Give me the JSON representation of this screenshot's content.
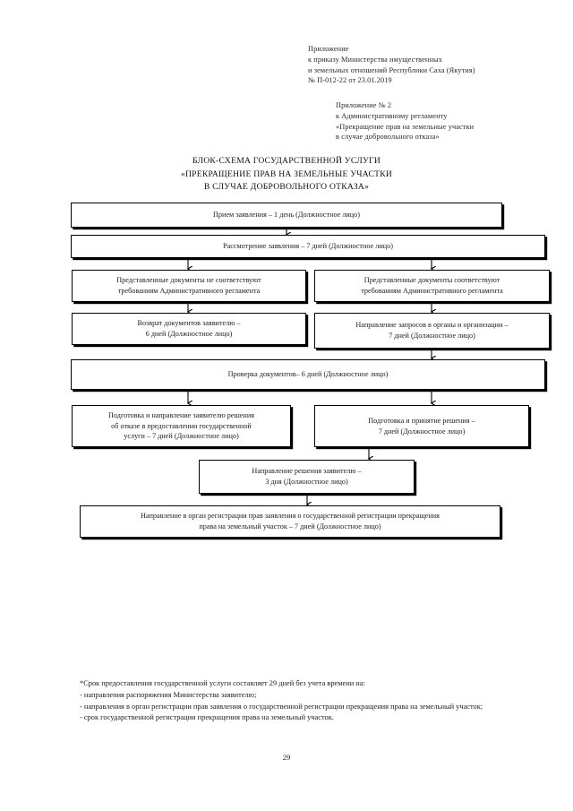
{
  "document": {
    "header_ministry": "Приложение\nк приказу Министерства имущественных\nи земельных отношений Республики Саха (Якутия)\n№ П-012-22 от 23.01.2019",
    "header_annex": "Приложение № 2\nк Административному регламенту\n«Прекращение прав на земельные участки\nв случае добровольного отказа»",
    "title": "БЛОК-СХЕМА ГОСУДАРСТВЕННОЙ УСЛУГИ\n«ПРЕКРАЩЕНИЕ ПРАВ НА ЗЕМЕЛЬНЫЕ УЧАСТКИ\nВ СЛУЧАЕ ДОБРОВОЛЬНОГО ОТКАЗА»",
    "page_number": "29"
  },
  "flowchart": {
    "type": "flowchart",
    "nodes": [
      {
        "id": "n1",
        "text": "Прием заявления – 1 день (Должностное лицо)"
      },
      {
        "id": "n2",
        "text": "Рассмотрение заявления – 7 дней (Должностное лицо)"
      },
      {
        "id": "n3",
        "text": "Представленные документы не соответствуют\nтребованиям Административного регламента"
      },
      {
        "id": "n4",
        "text": "Представленные документы соответствуют\nтребованиям Административного регламента"
      },
      {
        "id": "n5",
        "text": "Возврат документов заявителю –\n6 дней (Должностное лицо)"
      },
      {
        "id": "n6",
        "text": "Направление запросов в органы и организации –\n7 дней (Должностное лицо)"
      },
      {
        "id": "n7",
        "text": "Проверка документов– 6 дней (Должностное лицо)"
      },
      {
        "id": "n8",
        "text": "Подготовка и направление заявителю решения\nоб отказе в предоставлении государственной\nуслуги –  7 дней (Должностное лицо)"
      },
      {
        "id": "n9",
        "text": "Подготовка и принятие решения –\n7 дней (Должностное лицо)"
      },
      {
        "id": "n10",
        "text": "Направление решения заявителю  –\n3 дня (Должностное лицо)"
      },
      {
        "id": "n11",
        "text": "Направление в орган регистрации прав заявления о государственной регистрации прекращения\nправа на земельный участок – 7 дней (Должностное лицо)"
      }
    ]
  },
  "footnote": {
    "lines": [
      "*Срок предоставления государственной услуги составляет 29 дней без учета времени на:",
      "- направления распоряжения Министерства заявителю;",
      "- направления в орган регистрации прав заявления о государственной регистрации прекращения права на земельный участок;",
      "- срок государственной регистрации прекращения права на земельный участок."
    ]
  }
}
